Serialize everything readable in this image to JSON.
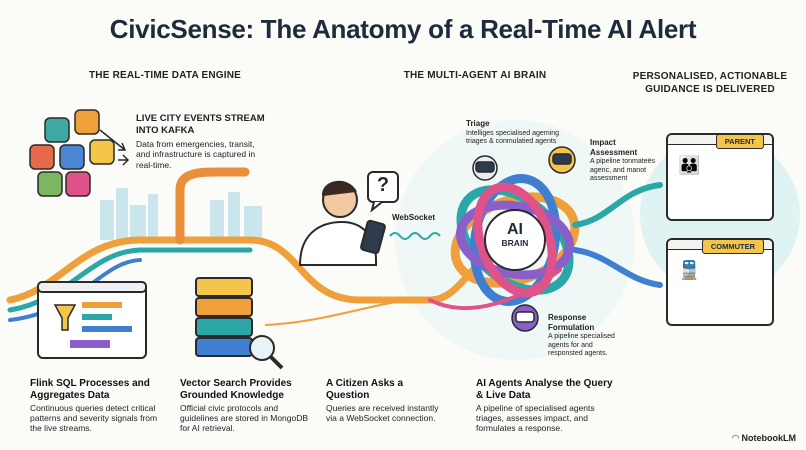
{
  "title": "CivicSense: The Anatomy of a Real-Time AI Alert",
  "sections": {
    "data_engine": "THE REAL-TIME DATA ENGINE",
    "agent_brain": "THE MULTI-AGENT AI BRAIN",
    "guidance": "PERSONALISED, ACTIONABLE GUIDANCE IS DELIVERED"
  },
  "stream": {
    "heading": "LIVE CITY EVENTS STREAM INTO KAFKA",
    "body": "Data from emergencies, transit, and infrastructure is captured in real-time."
  },
  "steps": [
    {
      "heading": "Flink SQL Processes and Aggregates Data",
      "body": "Continuous queries detect critical patterns and severity signals from the live streams."
    },
    {
      "heading": "Vector Search Provides Grounded Knowledge",
      "body": "Official civic protocols and guidelines are stored in MongoDB for AI retrieval."
    },
    {
      "heading": "A Citizen Asks a Question",
      "body": "Queries are received instantly via a WebSocket connection."
    },
    {
      "heading": "AI Agents Analyse the Query & Live Data",
      "body": "A pipeline of specialised agents triages, assesses impact, and formulates a response."
    }
  ],
  "websocket_label": "WebSocket",
  "brain": {
    "line1": "AI",
    "line2": "BRAIN"
  },
  "agents": {
    "triage": {
      "heading": "Triage",
      "body": "Intelliges specialised ageming triages & conmulatied agents"
    },
    "impact": {
      "heading": "Impact Assessment",
      "body": "A pipeline tonmateës agenc, and manot assessment"
    },
    "response": {
      "heading": "Response Formulation",
      "body": "A pipeline specialised agents for and responsted agents."
    }
  },
  "cards": {
    "parent": "PARENT",
    "commuter": "COMMUTER"
  },
  "speech_mark": "?",
  "branding": "NotebookLM",
  "colors": {
    "title": "#1d2b3a",
    "flow_orange": "#f0a03a",
    "flow_teal": "#2aa7a6",
    "flow_blue": "#3f7fd0",
    "flow_purple": "#8b5fc9",
    "flow_pink": "#e0528a",
    "tag_yellow": "#f3c54b",
    "glow": "#cfeff0"
  }
}
